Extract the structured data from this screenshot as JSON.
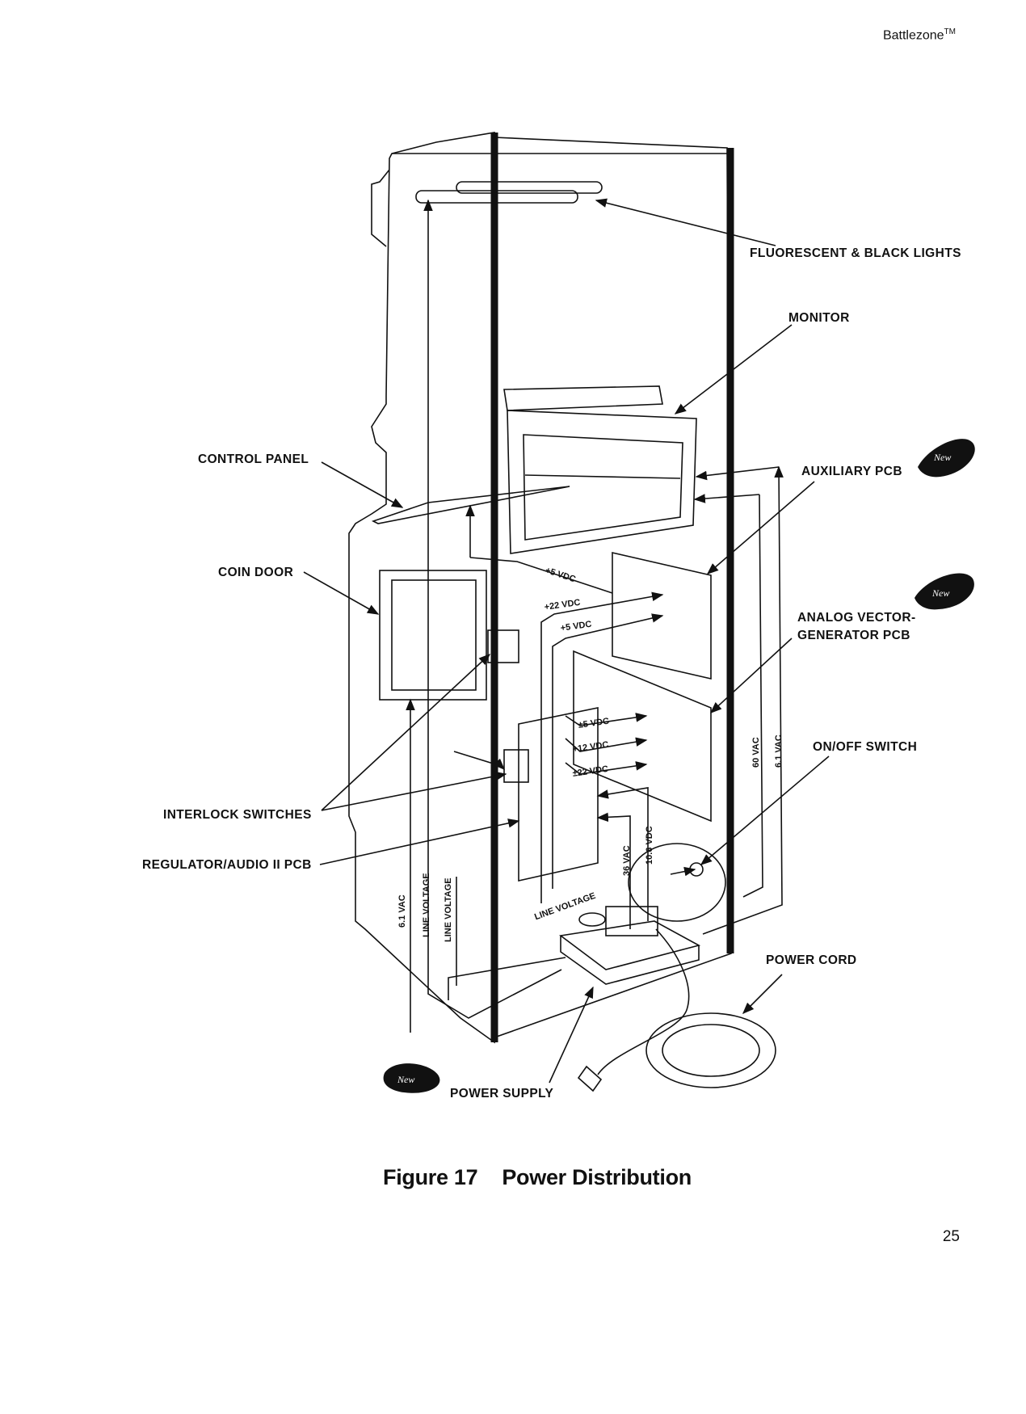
{
  "header": {
    "title": "Battlezone",
    "tm": "TM"
  },
  "labels": {
    "fluorescent": "FLUORESCENT & BLACK LIGHTS",
    "monitor": "MONITOR",
    "auxiliary": "AUXILIARY PCB",
    "analog_line1": "ANALOG VECTOR-",
    "analog_line2": "GENERATOR PCB",
    "onoff": "ON/OFF SWITCH",
    "power_cord": "POWER CORD",
    "power_supply": "POWER SUPPLY",
    "control_panel": "CONTROL PANEL",
    "coin_door": "COIN DOOR",
    "interlock": "INTERLOCK SWITCHES",
    "regulator": "REGULATOR/AUDIO II PCB"
  },
  "voltages": {
    "v_plus5_top": "+5 VDC",
    "v_plus22": "+22 VDC",
    "v_plus5": "+5 VDC",
    "v_pm5": "±5 VDC",
    "v_plus12": "+12 VDC",
    "v_pm22": "±22 VDC",
    "v_60vac": "60 VAC",
    "v_61vac_right": "6.1 VAC",
    "v_36vac": "36 VAC",
    "v_106vdc": "10.6 VDC",
    "v_line_voltage": "LINE VOLTAGE",
    "v_61vac_left": "6.1 VAC",
    "v_line_voltage_1": "LINE VOLTAGE",
    "v_line_voltage_2": "LINE VOLTAGE"
  },
  "badges": {
    "new": "New"
  },
  "caption": {
    "figure": "Figure 17",
    "title": "Power Distribution"
  },
  "page_number": "25"
}
